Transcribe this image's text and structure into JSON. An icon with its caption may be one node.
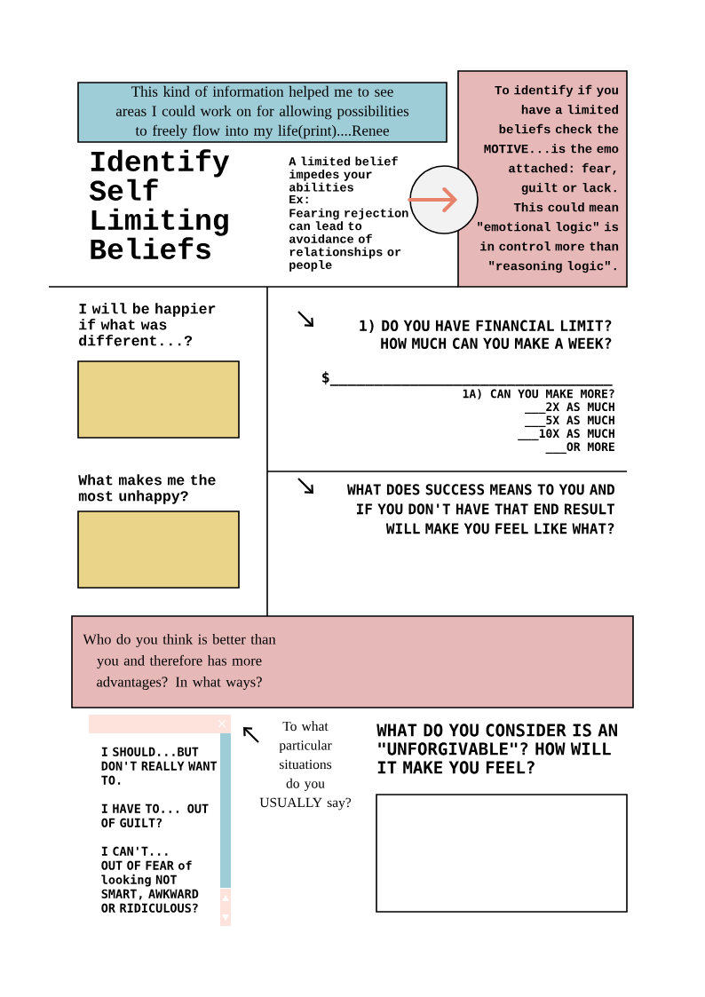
{
  "diagram": {
    "title": "Identify Self Limiting Beliefs",
    "nodes": [
      {
        "text": [
          "This kind of information helped me to see areas I could work on for allowing possibilities to freely flow into my life(print)....Renee"
        ]
      },
      {
        "text": [
          "To identify if you have a limited beliefs check the MOTIVE...is the emo attached: fear, guilt or lack. This could mean \"emotional logic\" is in control more than \"reasoning logic\"."
        ]
      },
      {
        "text": [],
        "shape": "circle"
      },
      {
        "text": [],
        "shape": "box",
        "beside": [
          "I will be happier if what was different...?"
        ]
      },
      {
        "text": [],
        "shape": "box",
        "beside": [
          "What makes me the most unhappy?"
        ]
      },
      {
        "text": [
          "Who do you think is better than you and therefore has more advantages?  In what ways?"
        ]
      },
      {
        "text": [
          "I SHOULD...BUT DON'T REALLY WANT TO.",
          "I HAVE TO... OUT OF GUILT?",
          "I CAN'T... OUT OF FEAR of looking NOT SMART, AWKWARD OR RIDICULOUS?"
        ]
      },
      {
        "text": [],
        "shape": "box"
      }
    ],
    "edges": [
      {
        "from": 2,
        "to": 1,
        "arrow": "to",
        "color": "#e8836b"
      }
    ],
    "labels": [
      "A limited belief impedes your abilities",
      "Ex:",
      "Fearing rejection can lead to avoidance of relationships or people",
      "1) DO YOU HAVE FINANCIAL LIMIT? HOW MUCH CAN YOU MAKE A WEEK?",
      "$________________________________",
      "1A) CAN YOU MAKE MORE?",
      "___2X AS MUCH",
      "___5X AS MUCH",
      "___10X AS MUCH",
      "___OR MORE",
      "WHAT DOES SUCCESS MEANS TO YOU AND IF YOU DON'T HAVE THAT END RESULT WILL MAKE YOU FEEL LIKE WHAT?",
      "To what particular situations do you USUALLY say?",
      "WHAT DO YOU CONSIDER IS AN \"UNFORGIVABLE\"? HOW WILL IT MAKE YOU FEEL?"
    ]
  }
}
